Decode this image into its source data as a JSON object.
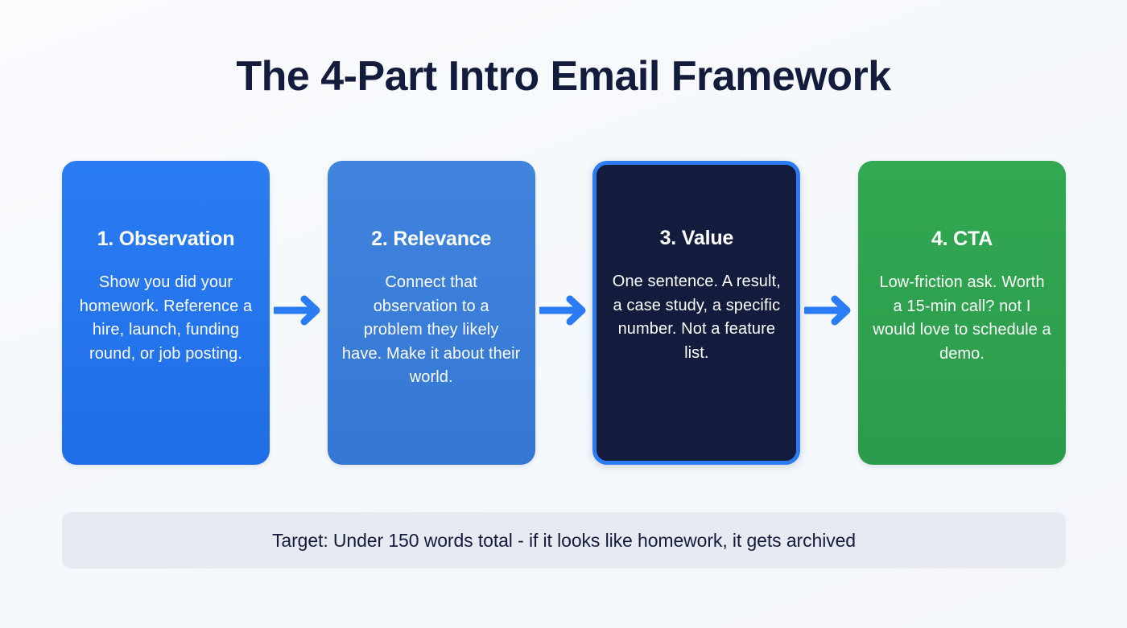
{
  "page": {
    "title": "The 4-Part Intro Email Framework",
    "background_color": "#f7f9fc",
    "title_color": "#131c3c"
  },
  "steps": [
    {
      "heading": "1. Observation",
      "body": "Show you did your homework. Reference a hire, launch, funding round, or job posting.",
      "color": "#2b7cf3",
      "highlighted": "false"
    },
    {
      "heading": "2. Relevance",
      "body": "Connect that observation to a problem they likely have. Make it about their world.",
      "color": "#4084de",
      "highlighted": "false"
    },
    {
      "heading": "3. Value",
      "body": "One sentence. A result, a case study, a specific number. Not a feature list.",
      "color": "#131c3c",
      "border_color": "#2b7cf3",
      "highlighted": "true"
    },
    {
      "heading": "4. CTA",
      "body": "Low-friction ask. Worth a 15-min call? not I would love to schedule a demo.",
      "color": "#32a852",
      "highlighted": "false"
    }
  ],
  "connectors": {
    "count": 3,
    "color": "#2b7cf3",
    "icon": "arrow-right-icon"
  },
  "footer": {
    "text": "Target: Under 150 words total - if it looks like homework, it gets archived",
    "background_color": "#e7eaf1",
    "text_color": "#131c3c"
  }
}
